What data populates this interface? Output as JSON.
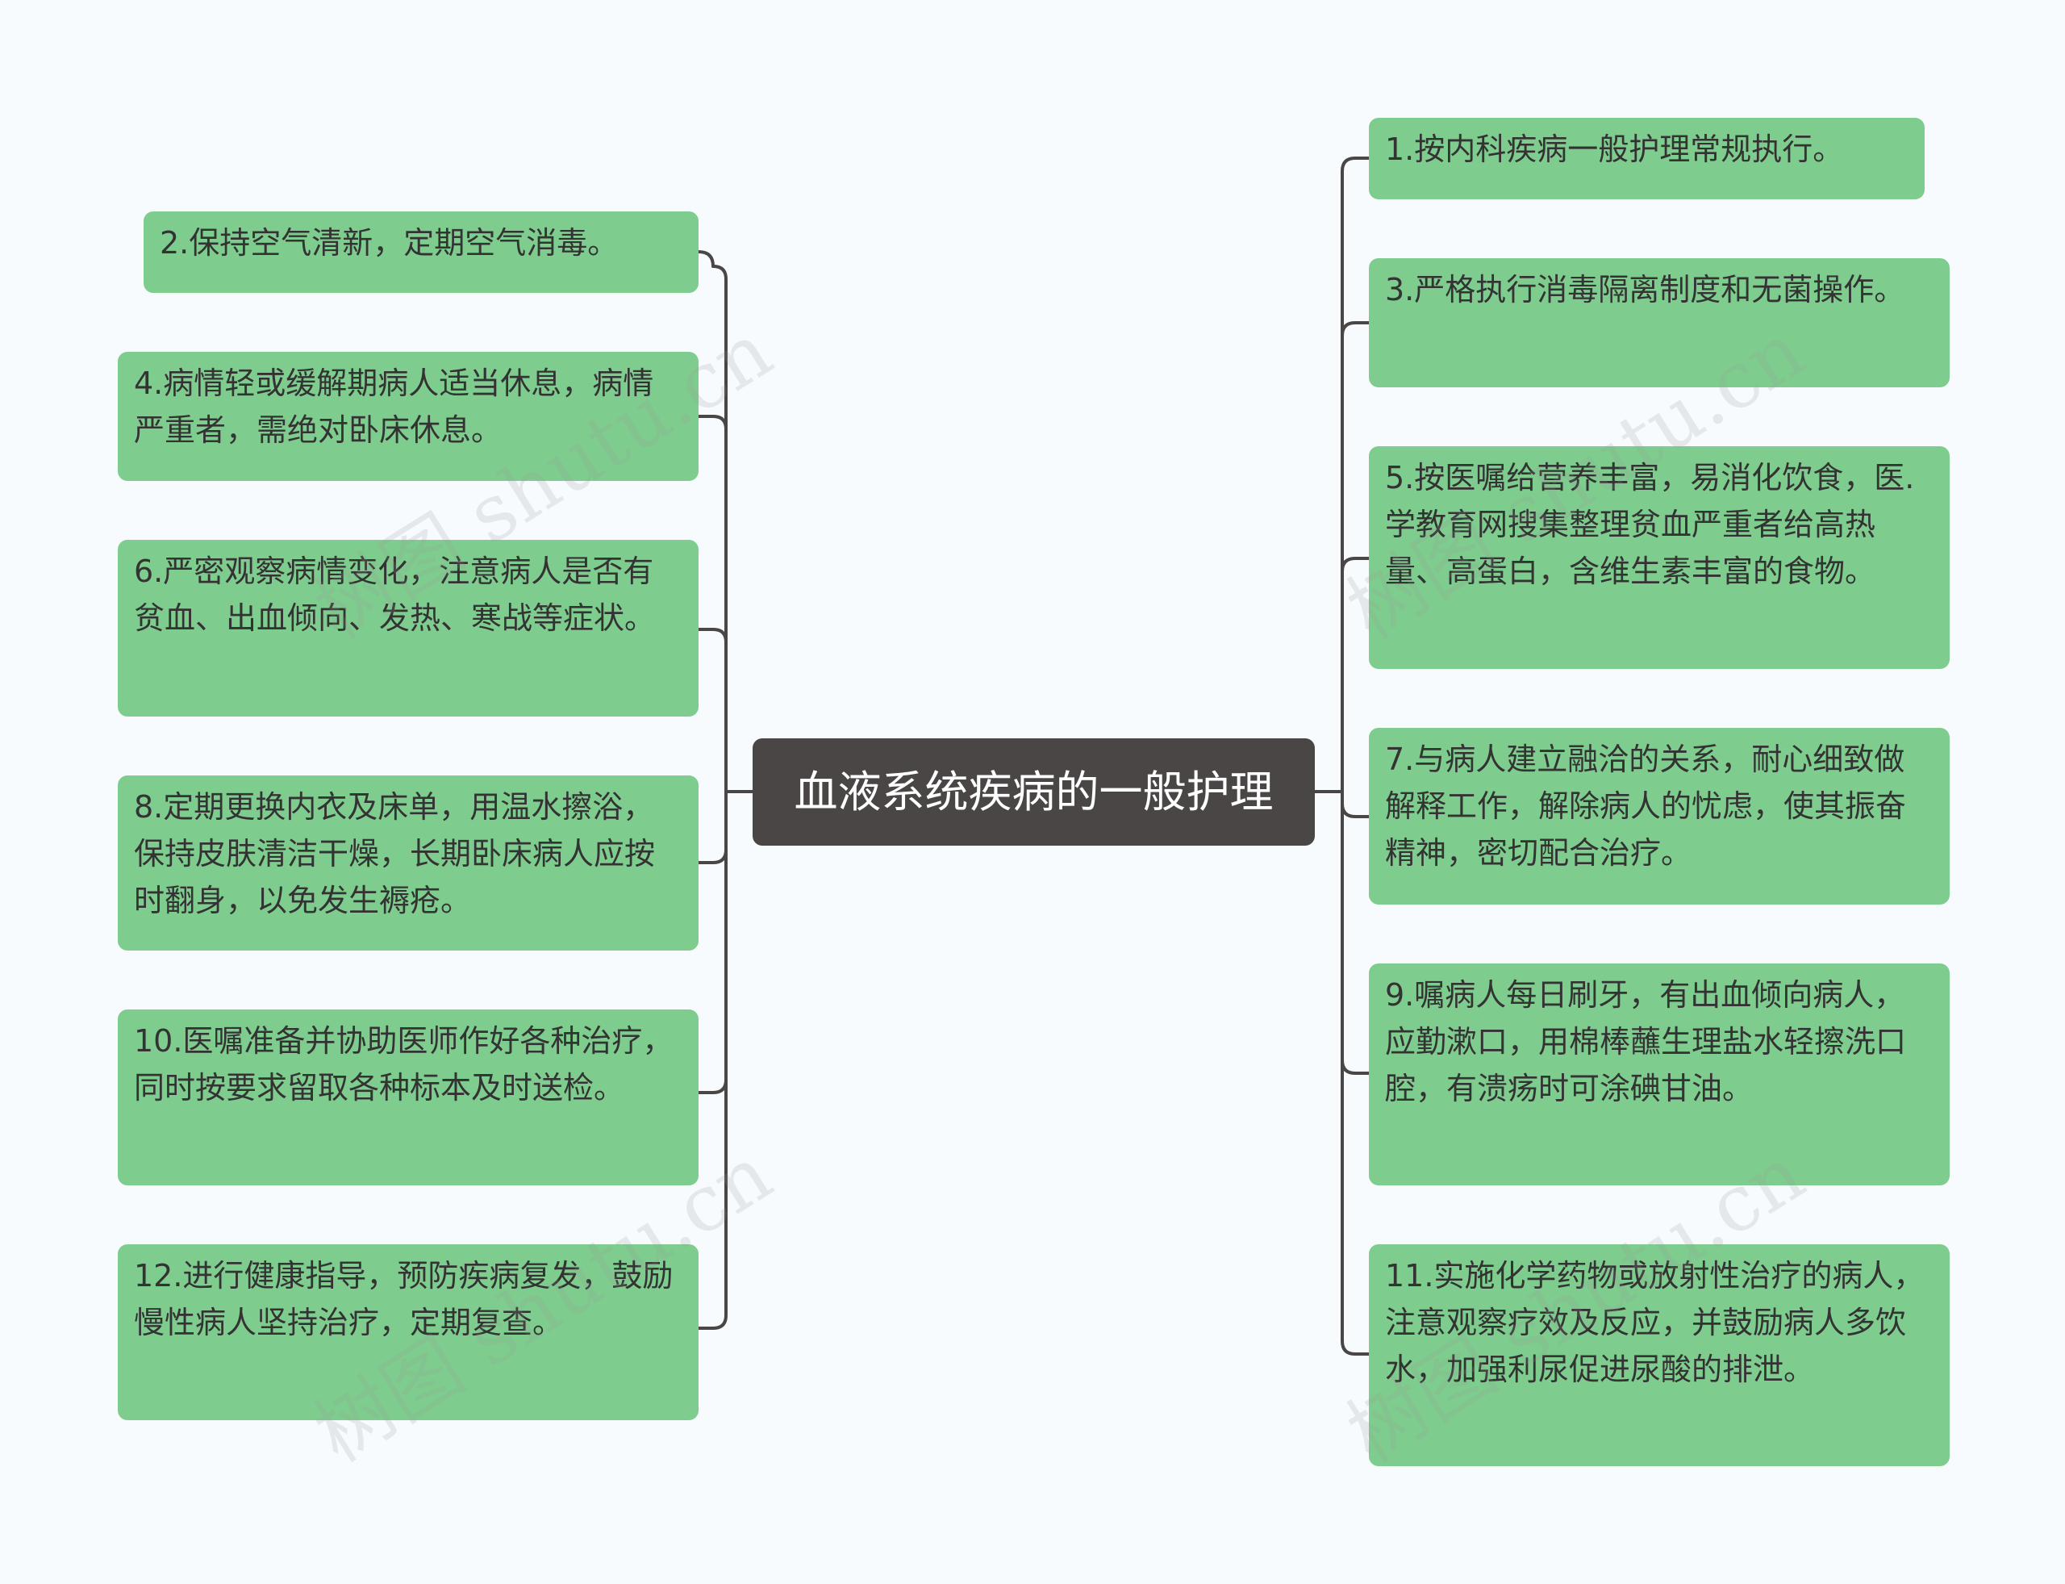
{
  "root": {
    "label": "血液系统疾病的一般护理"
  },
  "left_nodes": [
    {
      "id": "2",
      "label": "2.保持空气清新，定期空气消毒。"
    },
    {
      "id": "4",
      "label": "4.病情轻或缓解期病人适当休息，病情严重者，需绝对卧床休息。"
    },
    {
      "id": "6",
      "label": "6.严密观察病情变化，注意病人是否有贫血、出血倾向、发热、寒战等症状。"
    },
    {
      "id": "8",
      "label": "8.定期更换内衣及床单，用温水擦浴，保持皮肤清洁干燥，长期卧床病人应按时翻身，以免发生褥疮。"
    },
    {
      "id": "10",
      "label": "10.医嘱准备并协助医师作好各种治疗，同时按要求留取各种标本及时送检。"
    },
    {
      "id": "12",
      "label": "12.进行健康指导，预防疾病复发，鼓励慢性病人坚持治疗，定期复查。"
    }
  ],
  "right_nodes": [
    {
      "id": "1",
      "label": "1.按内科疾病一般护理常规执行。"
    },
    {
      "id": "3",
      "label": "3.严格执行消毒隔离制度和无菌操作。"
    },
    {
      "id": "5",
      "label": "5.按医嘱给营养丰富，易消化饮食，医.学教育网搜集整理贫血严重者给高热量、高蛋白，含维生素丰富的食物。"
    },
    {
      "id": "7",
      "label": "7.与病人建立融洽的关系，耐心细致做解释工作，解除病人的忧虑，使其振奋精神，密切配合治疗。"
    },
    {
      "id": "9",
      "label": "9.嘱病人每日刷牙，有出血倾向病人，应勤漱口，用棉棒蘸生理盐水轻擦洗口腔，有溃疡时可涂碘甘油。"
    },
    {
      "id": "11",
      "label": "11.实施化学药物或放射性治疗的病人，注意观察疗效及反应，并鼓励病人多饮水，加强利尿促进尿酸的排泄。"
    }
  ],
  "watermark": "树图 shutu.cn",
  "colors": {
    "root_bg": "#4a4646",
    "leaf_bg": "#7fcd8e",
    "connector": "#4a4646",
    "background": "#f7fbfe"
  }
}
